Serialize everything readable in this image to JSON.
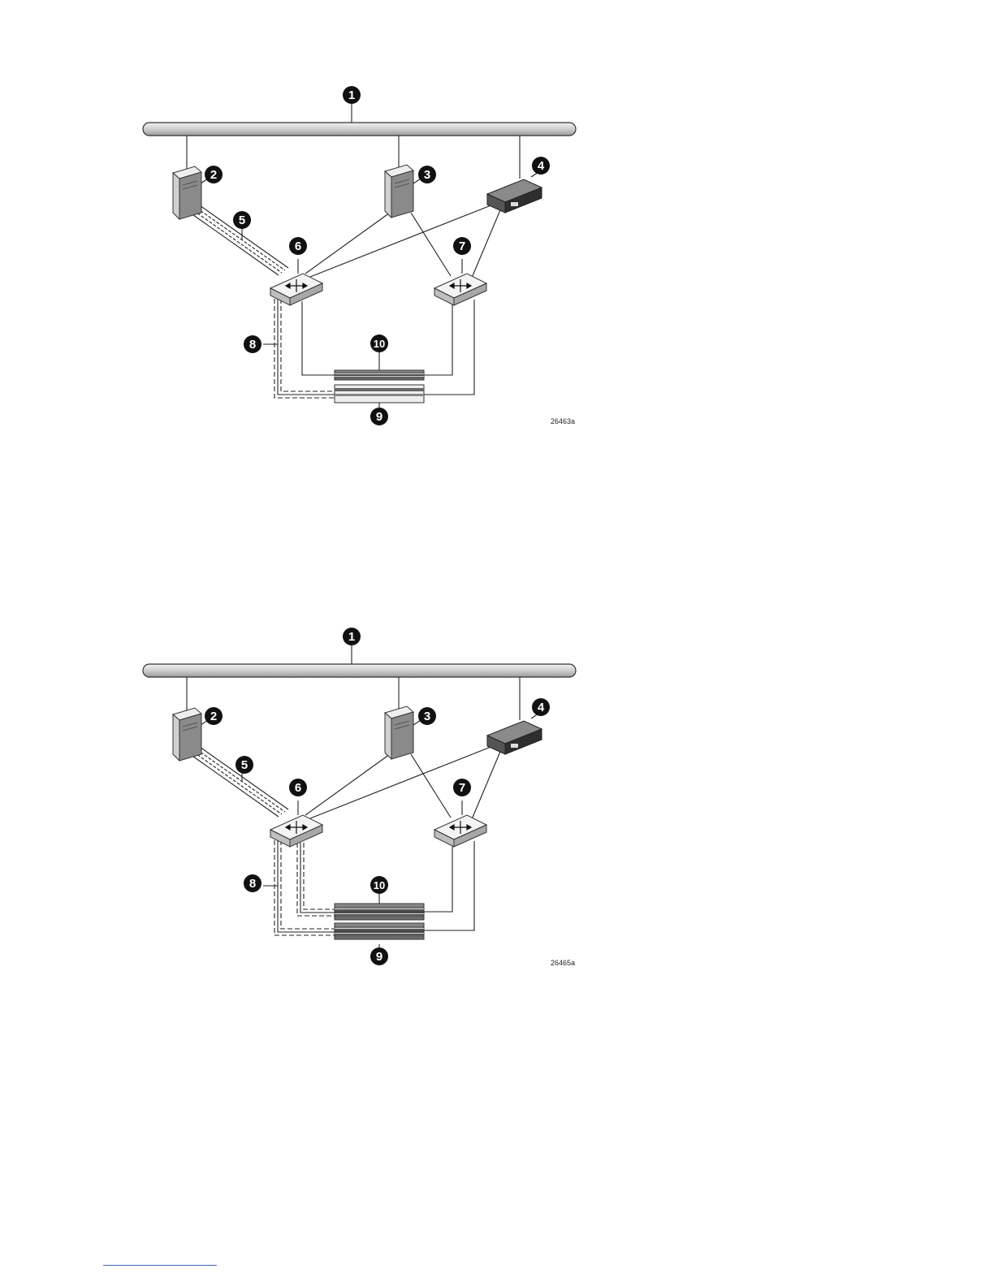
{
  "colors": {
    "line": "#222222",
    "callout_fill": "#111111",
    "callout_text": "#ffffff",
    "bus_fill": "#d9d9d9",
    "footer_rule": "#4a68c8"
  },
  "figures": [
    {
      "figure_id": "26463a",
      "variant": "single",
      "callouts": [
        {
          "n": "1",
          "target": "network-bus"
        },
        {
          "n": "2",
          "target": "server-left"
        },
        {
          "n": "3",
          "target": "server-center"
        },
        {
          "n": "4",
          "target": "management-appliance"
        },
        {
          "n": "5",
          "target": "host-link-left"
        },
        {
          "n": "6",
          "target": "switch-left"
        },
        {
          "n": "7",
          "target": "switch-right"
        },
        {
          "n": "8",
          "target": "storage-link-left"
        },
        {
          "n": "9",
          "target": "storage-array-lower"
        },
        {
          "n": "10",
          "target": "storage-array-upper"
        }
      ]
    },
    {
      "figure_id": "26465a",
      "variant": "dual",
      "callouts": [
        {
          "n": "1",
          "target": "network-bus"
        },
        {
          "n": "2",
          "target": "server-left"
        },
        {
          "n": "3",
          "target": "server-center"
        },
        {
          "n": "4",
          "target": "management-appliance"
        },
        {
          "n": "5",
          "target": "host-link-left"
        },
        {
          "n": "6",
          "target": "switch-left"
        },
        {
          "n": "7",
          "target": "switch-right"
        },
        {
          "n": "8",
          "target": "storage-link-left"
        },
        {
          "n": "9",
          "target": "storage-array-lower"
        },
        {
          "n": "10",
          "target": "storage-array-upper"
        }
      ]
    }
  ]
}
